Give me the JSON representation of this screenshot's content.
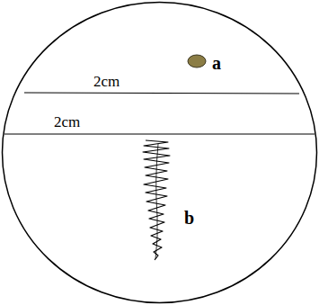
{
  "diagram": {
    "labels": [
      "2cm",
      "a",
      "2cm",
      "b"
    ]
  }
}
